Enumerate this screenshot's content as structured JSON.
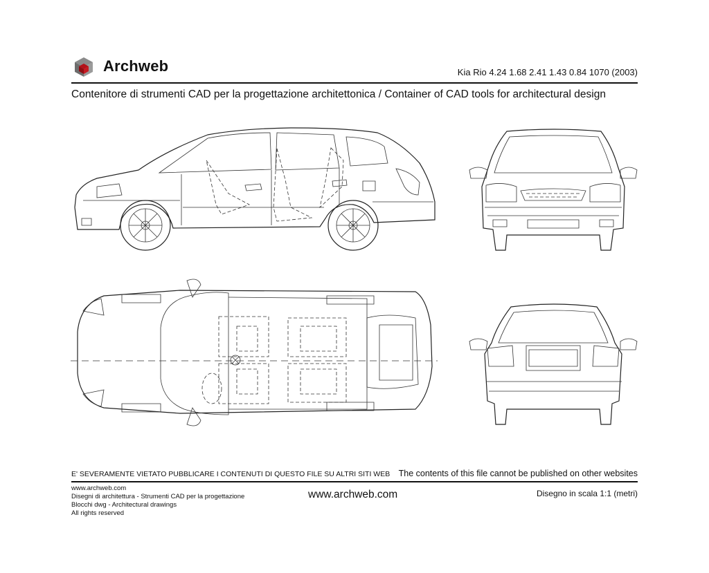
{
  "header": {
    "brand": "Archweb",
    "model_spec": "Kia Rio 4.24 1.68 2.41 1.43 0.84 1070 (2003)",
    "tagline": "Contenitore di strumenti CAD per la progettazione architettonica  /  Container of CAD tools for architectural design"
  },
  "drawing": {
    "views": [
      "side-view",
      "front-view",
      "top-view",
      "rear-view"
    ]
  },
  "footer": {
    "warning_it": "E' SEVERAMENTE VIETATO PUBBLICARE I CONTENUTI DI QUESTO FILE SU ALTRI SITI WEB",
    "warning_en": "The contents of this file cannot be published on other websites",
    "left_lines": [
      "www.archweb.com",
      "Disegni di architettura - Strumenti CAD  per la progettazione",
      "Blocchi dwg - Architectural drawings",
      "All rights reserved"
    ],
    "website": "www.archweb.com",
    "scale": "Disegno in scala 1:1 (metri)"
  },
  "colors": {
    "logo_red": "#b3121a",
    "logo_gray": "#8a8a8a",
    "ink": "#111111"
  }
}
